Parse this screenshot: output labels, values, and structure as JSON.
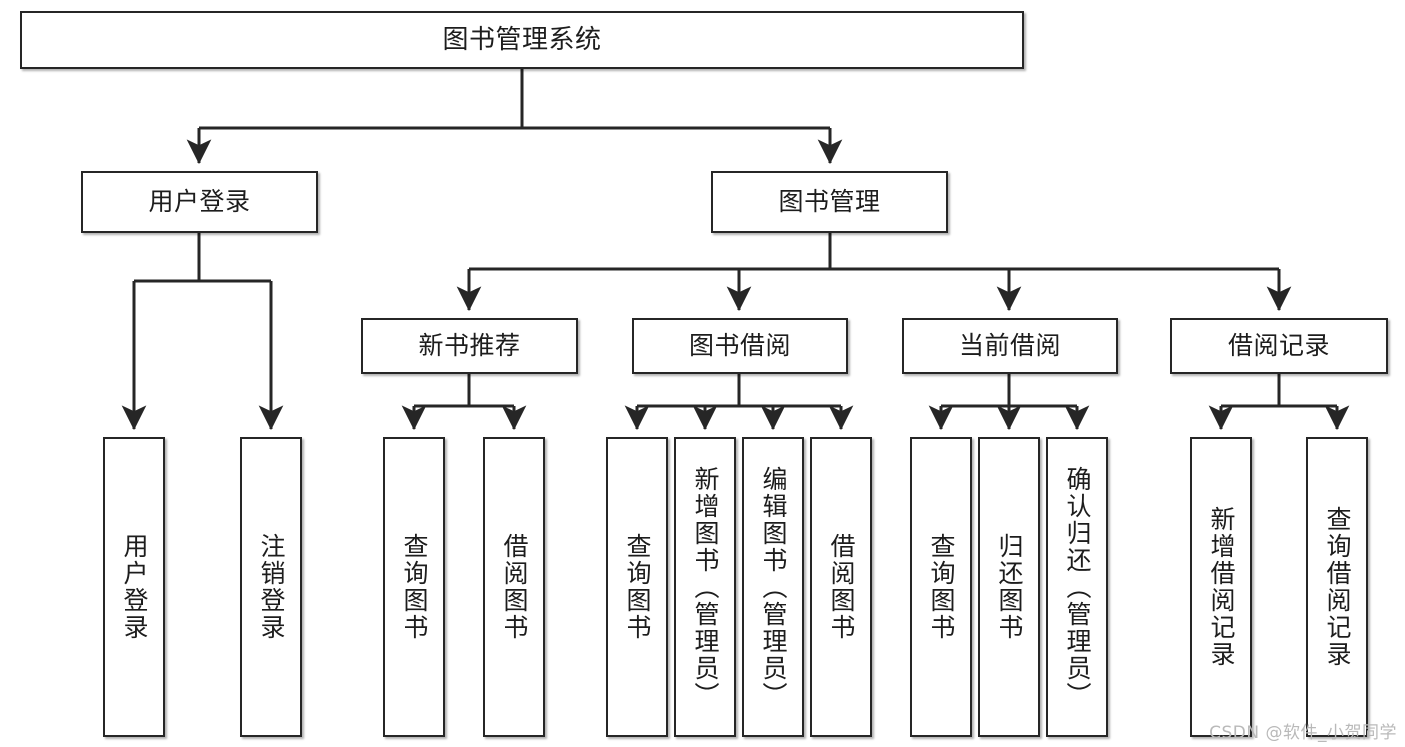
{
  "diagram": {
    "type": "tree",
    "title": "图书管理系统",
    "orientation": "top-down",
    "colors": {
      "node_border": "#262626",
      "node_fill": "#ffffff",
      "edge": "#262626",
      "text": "#1d1d1d",
      "watermark": "#b9b9b9",
      "background": "#ffffff"
    }
  },
  "watermark": {
    "text": "CSDN @软件_小贺同学"
  },
  "nodes": {
    "root": {
      "label": "图书管理系统"
    },
    "level2": [
      {
        "id": "user-login",
        "label": "用户登录"
      },
      {
        "id": "book-manage",
        "label": "图书管理"
      }
    ],
    "level3": [
      {
        "id": "new-book-recommend",
        "label": "新书推荐"
      },
      {
        "id": "book-borrow",
        "label": "图书借阅"
      },
      {
        "id": "current-borrow",
        "label": "当前借阅"
      },
      {
        "id": "borrow-record",
        "label": "借阅记录"
      }
    ],
    "leaves": {
      "user_login": [
        {
          "id": "leaf-user-login",
          "label": "用户登录"
        },
        {
          "id": "leaf-logout-login",
          "label": "注销登录"
        }
      ],
      "new_book_recommend": [
        {
          "id": "leaf-query-book-1",
          "label": "查询图书"
        },
        {
          "id": "leaf-borrow-book-1",
          "label": "借阅图书"
        }
      ],
      "book_borrow": [
        {
          "id": "leaf-query-book-2",
          "label": "查询图书"
        },
        {
          "id": "leaf-add-book",
          "label": "新增图书（管理员）"
        },
        {
          "id": "leaf-edit-book",
          "label": "编辑图书（管理员）"
        },
        {
          "id": "leaf-borrow-book-2",
          "label": "借阅图书"
        }
      ],
      "current_borrow": [
        {
          "id": "leaf-query-book-3",
          "label": "查询图书"
        },
        {
          "id": "leaf-return-book",
          "label": "归还图书"
        },
        {
          "id": "leaf-confirm-return",
          "label": "确认归还（管理员）"
        }
      ],
      "borrow_record": [
        {
          "id": "leaf-add-record",
          "label": "新增借阅记录"
        },
        {
          "id": "leaf-query-record",
          "label": "查询借阅记录"
        }
      ]
    }
  }
}
